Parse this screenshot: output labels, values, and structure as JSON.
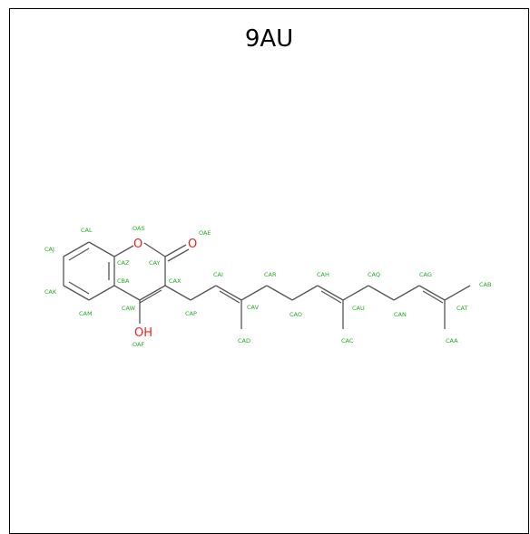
{
  "title": "9AU",
  "colors": {
    "bond": "#555555",
    "label": "#22aa22",
    "hetero": "#ee2222",
    "frame": "#000000"
  },
  "atom_labels": {
    "CAL": "CAL",
    "CAJ": "CAJ",
    "CAK": "CAK",
    "CAM": "CAM",
    "CAZ": "CAZ",
    "CBA": "CBA",
    "OAS": "OAS",
    "CAY": "CAY",
    "OAE": "OAE",
    "CAX": "CAX",
    "CAW": "CAW",
    "OAF": "OAF",
    "CAI": "CAI",
    "CAP": "CAP",
    "CAV": "CAV",
    "CAD": "CAD",
    "CAR": "CAR",
    "CAO": "CAO",
    "CAH": "CAH",
    "CAU": "CAU",
    "CAC": "CAC",
    "CAQ": "CAQ",
    "CAN": "CAN",
    "CAG": "CAG",
    "CAT": "CAT",
    "CAB": "CAB",
    "CAA": "CAA"
  },
  "element_symbols": {
    "ring_oxygen": "O",
    "carbonyl_oxygen": "O",
    "hydroxyl": "OH"
  }
}
